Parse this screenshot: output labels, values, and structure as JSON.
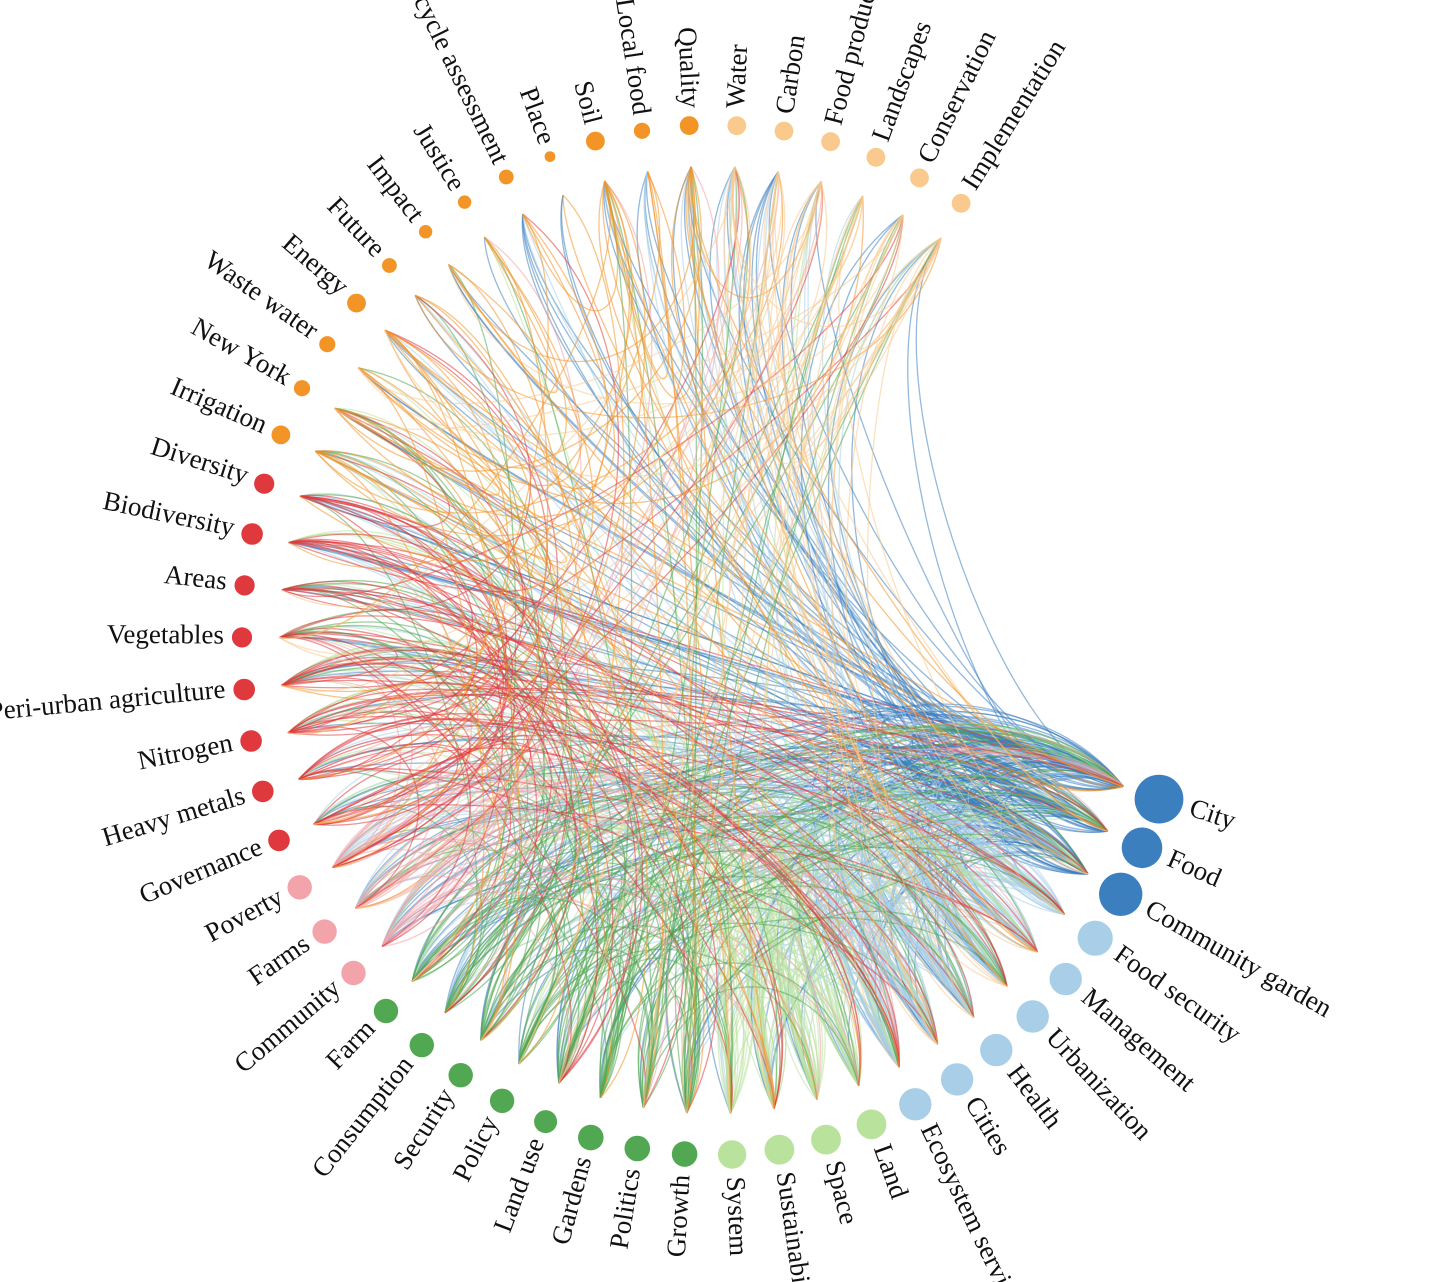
{
  "chart_data": {
    "type": "chord",
    "groups": [
      {
        "id": "g1",
        "color": "#3c7fbf"
      },
      {
        "id": "g2",
        "color": "#a9cfe8"
      },
      {
        "id": "g3",
        "color": "#b9e29d"
      },
      {
        "id": "g4",
        "color": "#52a852"
      },
      {
        "id": "g5",
        "color": "#f3a3aa"
      },
      {
        "id": "g6",
        "color": "#e0393d"
      },
      {
        "id": "g7",
        "color": "#f29426"
      },
      {
        "id": "g8",
        "color": "#f9c98d"
      }
    ],
    "nodes": [
      {
        "label": "City",
        "group": "g1",
        "size": 3
      },
      {
        "label": "Food",
        "group": "g1",
        "size": 2.4
      },
      {
        "label": "Community garden",
        "group": "g1",
        "size": 2.6
      },
      {
        "label": "Food security",
        "group": "g2",
        "size": 2
      },
      {
        "label": "Management",
        "group": "g2",
        "size": 1.8
      },
      {
        "label": "Urbanization",
        "group": "g2",
        "size": 1.8
      },
      {
        "label": "Health",
        "group": "g2",
        "size": 1.8
      },
      {
        "label": "Cities",
        "group": "g2",
        "size": 1.8
      },
      {
        "label": "Ecosystem service",
        "group": "g2",
        "size": 1.8
      },
      {
        "label": "Land",
        "group": "g3",
        "size": 1.6
      },
      {
        "label": "Space",
        "group": "g3",
        "size": 1.6
      },
      {
        "label": "Sustainability",
        "group": "g3",
        "size": 1.6
      },
      {
        "label": "System",
        "group": "g3",
        "size": 1.5
      },
      {
        "label": "Growth",
        "group": "g4",
        "size": 1.3
      },
      {
        "label": "Politics",
        "group": "g4",
        "size": 1.3
      },
      {
        "label": "Gardens",
        "group": "g4",
        "size": 1.3
      },
      {
        "label": "Land use",
        "group": "g4",
        "size": 1.1
      },
      {
        "label": "Policy",
        "group": "g4",
        "size": 1.2
      },
      {
        "label": "Security",
        "group": "g4",
        "size": 1.2
      },
      {
        "label": "Consumption",
        "group": "g4",
        "size": 1.2
      },
      {
        "label": "Farm",
        "group": "g4",
        "size": 1.2
      },
      {
        "label": "Community",
        "group": "g5",
        "size": 1.2
      },
      {
        "label": "Farms",
        "group": "g5",
        "size": 1.2
      },
      {
        "label": "Poverty",
        "group": "g5",
        "size": 1.2
      },
      {
        "label": "Governance",
        "group": "g6",
        "size": 1
      },
      {
        "label": "Heavy metals",
        "group": "g6",
        "size": 1
      },
      {
        "label": "Nitrogen",
        "group": "g6",
        "size": 1
      },
      {
        "label": "Peri-urban agriculture",
        "group": "g6",
        "size": 1
      },
      {
        "label": "Vegetables",
        "group": "g6",
        "size": 0.9
      },
      {
        "label": "Areas",
        "group": "g6",
        "size": 0.9
      },
      {
        "label": "Biodiversity",
        "group": "g6",
        "size": 1
      },
      {
        "label": "Diversity",
        "group": "g6",
        "size": 0.9
      },
      {
        "label": "Irrigation",
        "group": "g7",
        "size": 0.8
      },
      {
        "label": "New York",
        "group": "g7",
        "size": 0.6
      },
      {
        "label": "Waste water",
        "group": "g7",
        "size": 0.6
      },
      {
        "label": "Energy",
        "group": "g7",
        "size": 0.8
      },
      {
        "label": "Future",
        "group": "g7",
        "size": 0.5
      },
      {
        "label": "Impact",
        "group": "g7",
        "size": 0.4
      },
      {
        "label": "Justice",
        "group": "g7",
        "size": 0.4
      },
      {
        "label": "Life-cycle assessment",
        "group": "g7",
        "size": 0.5
      },
      {
        "label": "Place",
        "group": "g7",
        "size": 0.2
      },
      {
        "label": "Soil",
        "group": "g7",
        "size": 0.8
      },
      {
        "label": "Local food",
        "group": "g7",
        "size": 0.6
      },
      {
        "label": "Quality",
        "group": "g7",
        "size": 0.8
      },
      {
        "label": "Water",
        "group": "g8",
        "size": 0.8
      },
      {
        "label": "Carbon",
        "group": "g8",
        "size": 0.8
      },
      {
        "label": "Food production",
        "group": "g8",
        "size": 0.8
      },
      {
        "label": "Landscapes",
        "group": "g8",
        "size": 0.8
      },
      {
        "label": "Conservation",
        "group": "g8",
        "size": 0.8
      },
      {
        "label": "Implementation",
        "group": "g8",
        "size": 0.8
      }
    ]
  }
}
